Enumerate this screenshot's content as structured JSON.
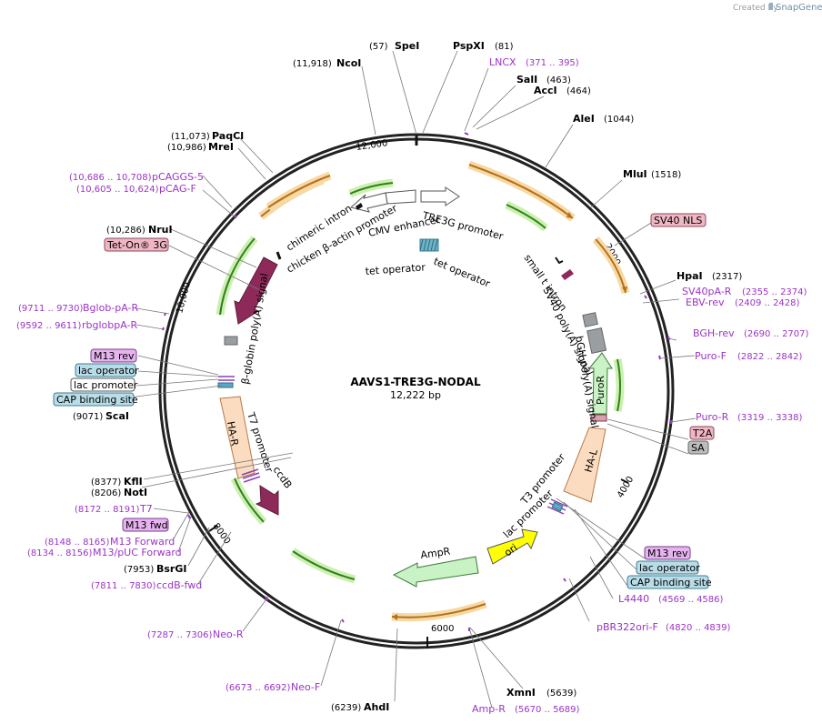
{
  "credit": {
    "created_by": "Created by",
    "brand": "SnapGene"
  },
  "center": {
    "name": "AAVS1-TRE3G-NODAL",
    "length": "12,222 bp"
  },
  "ticks": [
    "12,000",
    "2000",
    "4000",
    "6000",
    "8000",
    "10,000"
  ],
  "sites": [
    {
      "pos": "(57)",
      "name": "SpeI"
    },
    {
      "pos": "(81)",
      "name": "PspXI"
    },
    {
      "pos": "(11,918)",
      "name": "NcoI"
    },
    {
      "pos": "(463)",
      "name": "SalI"
    },
    {
      "pos": "(464)",
      "name": "AccI"
    },
    {
      "pos": "(1044)",
      "name": "AleI"
    },
    {
      "pos": "(1518)",
      "name": "MluI"
    },
    {
      "pos": "(2317)",
      "name": "HpaI"
    },
    {
      "pos": "(11,073)",
      "name": "PaqCI"
    },
    {
      "pos": "(10,986)",
      "name": "MreI"
    },
    {
      "pos": "(10,286)",
      "name": "NruI"
    },
    {
      "pos": "(9071)",
      "name": "ScaI"
    },
    {
      "pos": "(8377)",
      "name": "KflI"
    },
    {
      "pos": "(8206)",
      "name": "NotI"
    },
    {
      "pos": "(7953)",
      "name": "BsrGI"
    },
    {
      "pos": "(6239)",
      "name": "AhdI"
    },
    {
      "pos": "(5639)",
      "name": "XmnI"
    }
  ],
  "primers": [
    {
      "name": "LNCX",
      "range": "(371 .. 395)"
    },
    {
      "name": "pCAGGS-5",
      "range": "(10,686 .. 10,708)"
    },
    {
      "name": "pCAG-F",
      "range": "(10,605 .. 10,624)"
    },
    {
      "name": "Bglob-pA-R",
      "range": "(9711 .. 9730)"
    },
    {
      "name": "rbglobpA-R",
      "range": "(9592 .. 9611)"
    },
    {
      "name": "SV40pA-R",
      "range": "(2355 .. 2374)"
    },
    {
      "name": "EBV-rev",
      "range": "(2409 .. 2428)"
    },
    {
      "name": "BGH-rev",
      "range": "(2690 .. 2707)"
    },
    {
      "name": "Puro-F",
      "range": "(2822 .. 2842)"
    },
    {
      "name": "Puro-R",
      "range": "(3319 .. 3338)"
    },
    {
      "name": "T7",
      "range": "(8172 .. 8191)"
    },
    {
      "name": "M13 Forward",
      "range": "(8148 .. 8165)"
    },
    {
      "name": "M13/pUC Forward",
      "range": "(8134 .. 8156)"
    },
    {
      "name": "ccdB-fwd",
      "range": "(7811 .. 7830)"
    },
    {
      "name": "Neo-R",
      "range": "(7287 .. 7306)"
    },
    {
      "name": "Neo-F",
      "range": "(6673 .. 6692)"
    },
    {
      "name": "L4440",
      "range": "(4569 .. 4586)"
    },
    {
      "name": "pBR322ori-F",
      "range": "(4820 .. 4839)"
    },
    {
      "name": "Amp-R",
      "range": "(5670 .. 5689)"
    }
  ],
  "boxed": {
    "sv40_nls": "SV40 NLS",
    "tet_on": "Tet-On® 3G",
    "t2a": "T2A",
    "sa": "SA",
    "m13_rev_left": "M13 rev",
    "lac_operator_left": "lac operator",
    "lac_promoter_left": "lac promoter",
    "cap_left": "CAP binding site",
    "m13_fwd": "M13 fwd",
    "m13_rev_right": "M13 rev",
    "lac_operator_right": "lac operator",
    "cap_right": "CAP binding site"
  },
  "features": {
    "tre3g": "TRE3G promoter",
    "cmv": "CMV enhancer",
    "chicken": "chicken β-actin promoter",
    "chimeric": "chimeric intron",
    "tet_op1": "tet operator",
    "tet_op2": "tet operator",
    "small_t": "small t intron",
    "sv40pa": "SV40 poly(A) signal",
    "bgh": "bGH poly(A) signal",
    "puror": "PuroR",
    "hal": "HA-L",
    "t3": "T3 promoter",
    "lacprom": "lac promoter",
    "ori": "ori",
    "ampr": "AmpR",
    "ccdb": "ccdB",
    "t7prom": "T7 promoter",
    "har": "HA-R",
    "bglobin": "β-globin poly(A) signal"
  }
}
